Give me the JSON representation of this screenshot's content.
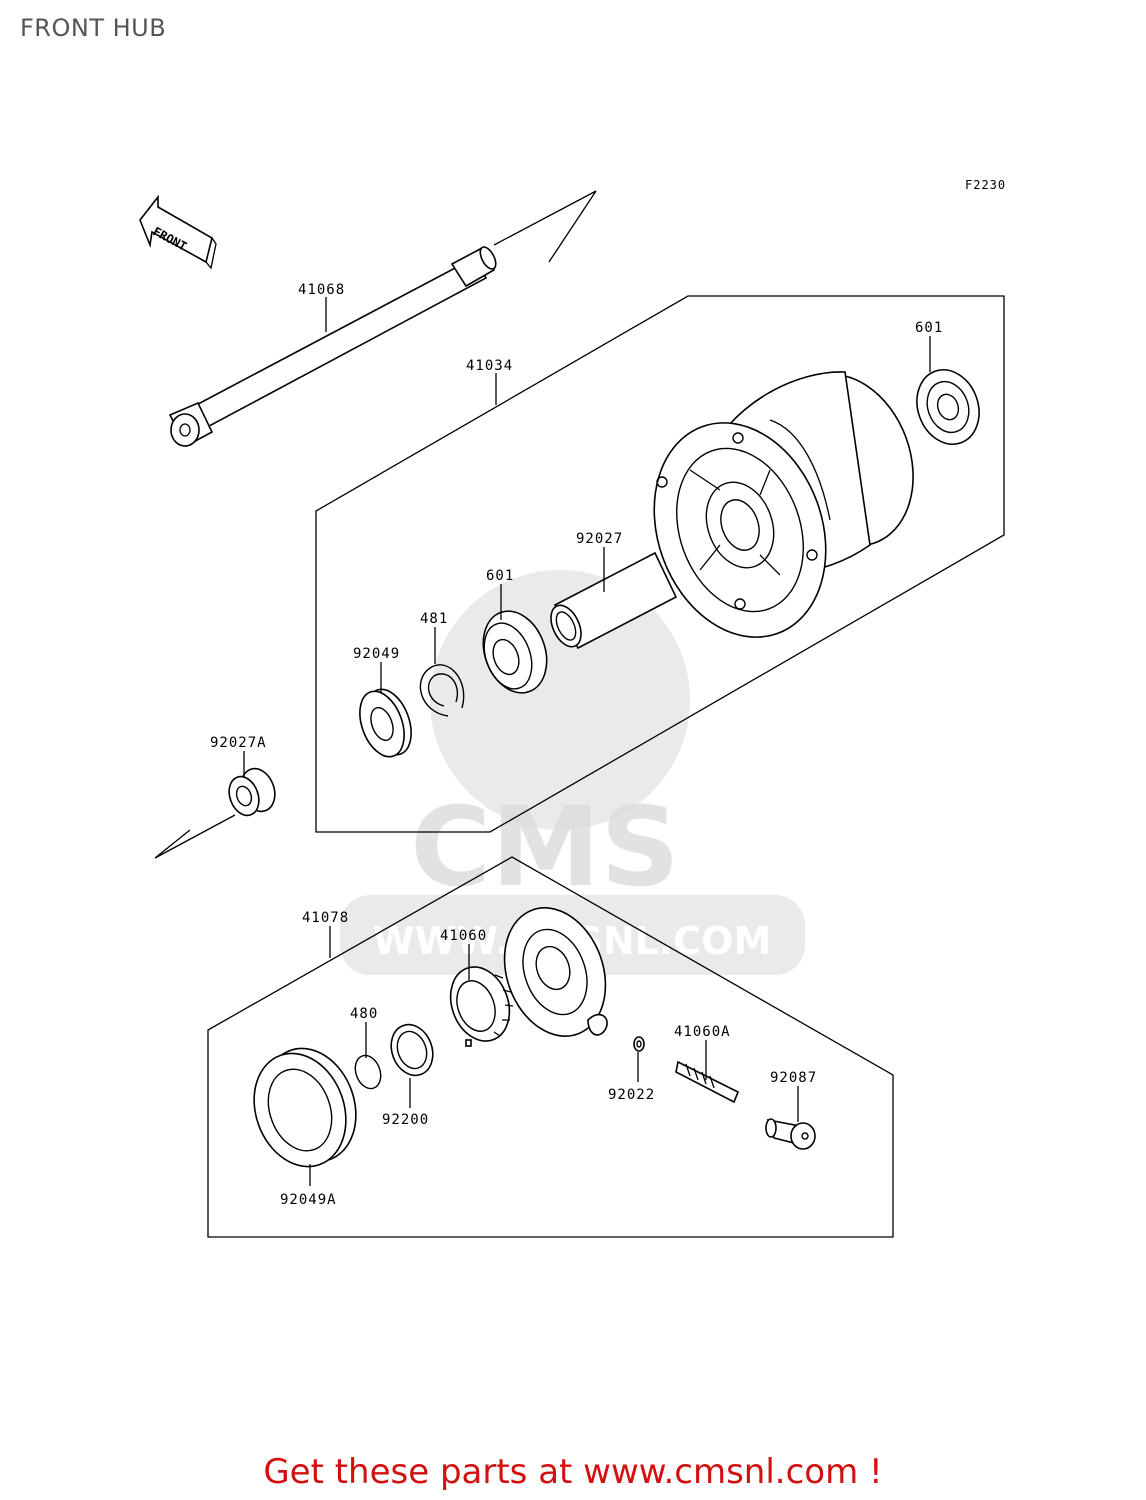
{
  "title": "FRONT HUB",
  "figure_code": "F2230",
  "direction_label": "FRONT",
  "watermark": {
    "brand": "CMS",
    "url": "WWW.CMSNL.COM"
  },
  "callouts": {
    "p41068": "41068",
    "p41034": "41034",
    "p601_top": "601",
    "p92027": "92027",
    "p601_mid": "601",
    "p481": "481",
    "p92049": "92049",
    "p92027A": "92027A",
    "p41078": "41078",
    "p41060": "41060",
    "p480": "480",
    "p92200": "92200",
    "p92049A": "92049A",
    "p92022": "92022",
    "p41060A": "41060A",
    "p92087": "92087"
  },
  "footer": {
    "cta_text": "Get these parts at www.cmsnl.com !"
  },
  "colors": {
    "title": "#555555",
    "cta": "#d21010",
    "watermark": "#d9d9d9"
  }
}
